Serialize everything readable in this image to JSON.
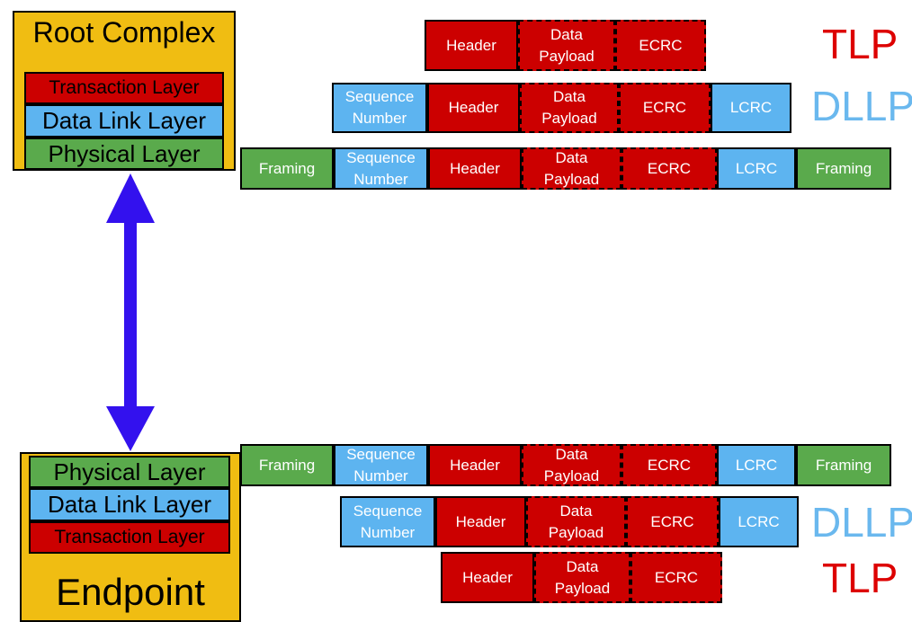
{
  "root_complex": {
    "title": "Root Complex",
    "layers": [
      "Transaction Layer",
      "Data Link Layer",
      "Physical Layer"
    ]
  },
  "endpoint": {
    "title": "Endpoint",
    "layers": [
      "Physical Layer",
      "Data Link Layer",
      "Transaction Layer"
    ]
  },
  "packets": {
    "header": "Header",
    "data_line1": "Data",
    "data_line2": "Payload",
    "ecrc": "ECRC",
    "lcrc": "LCRC",
    "seq_line1": "Sequence",
    "seq_line2": "Number",
    "framing": "Framing"
  },
  "tags": {
    "tlp": "TLP",
    "dllp": "DLLP"
  },
  "colors": {
    "stack_bg": "#f0bd12",
    "transaction": "#cc0000",
    "data_link": "#5db4f0",
    "physical": "#5aaa4c",
    "arrow": "#3311ee",
    "tlp_text": "#dd0000",
    "dllp_text": "#6ab8ee"
  }
}
